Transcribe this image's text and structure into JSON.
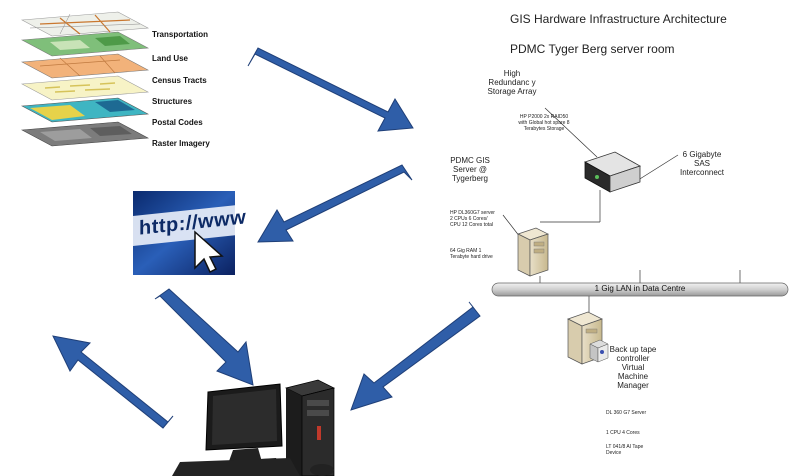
{
  "layers": {
    "transportation": "Transportation",
    "land_use": "Land Use",
    "census_tracts": "Census Tracts",
    "structures": "Structures",
    "postal_codes": "Postal Codes",
    "raster_imagery": "Raster Imagery"
  },
  "http_text": "http://www",
  "architecture": {
    "title": "GIS Hardware Infrastructure Architecture",
    "subtitle": "PDMC Tyger Berg server room",
    "storage": {
      "label": "High Redundanc y Storage Array",
      "spec": "HP P2000 2x RAID50 with Global hot spare 8 Terabytes Storage"
    },
    "interconnect": "6 Gigabyte SAS Interconnect",
    "gis_server": {
      "label": "PDMC GIS Server @ Tygerberg",
      "spec1": "HP DL360G7 server 2 CPUs 6 Cores/ CPU 12 Cores total",
      "spec2": "64 Gig RAM 1 Terabyte hard drive"
    },
    "lan": "1 Gig LAN in Data Centre",
    "backup": {
      "label": "Back up tape controller Virtual Machine Manager",
      "spec1": "DL 360 G7 Server",
      "spec2": "1 CPU 4 Cores",
      "spec3": "LT 041/8 AI Tape Device"
    }
  },
  "colors": {
    "arrow": "#2f5ea8",
    "arrow_border": "#1f3f78",
    "lan_bar": "#d9d9d9"
  }
}
